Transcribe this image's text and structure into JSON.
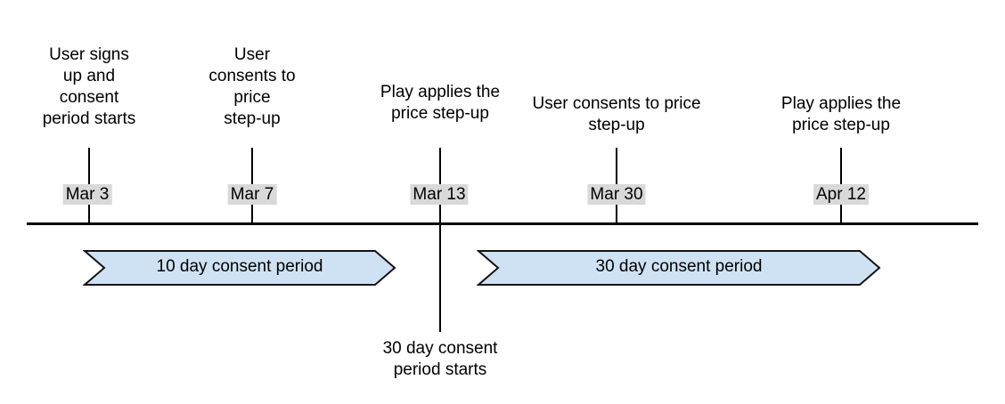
{
  "diagram": {
    "name": "price-step-up-consent-timeline",
    "colors": {
      "band_fill": "#cfe2f3",
      "band_border": "#141414",
      "badge_bg": "#d9d9d9",
      "line_color": "#000000",
      "text_color": "#000000",
      "page_bg": "#ffffff"
    },
    "events": [
      {
        "date": "Mar 3",
        "label": "User signs\nup and\nconsent\nperiod starts"
      },
      {
        "date": "Mar 7",
        "label": "User\nconsents to\nprice\nstep-up"
      },
      {
        "date": "Mar 13",
        "label": "Play applies the\nprice step-up",
        "below_note": "30 day consent\nperiod starts"
      },
      {
        "date": "Mar 30",
        "label": "User consents to price\nstep-up"
      },
      {
        "date": "Apr 12",
        "label": "Play applies the\nprice step-up"
      }
    ],
    "periods": [
      {
        "label": "10 day consent period"
      },
      {
        "label": "30 day consent period"
      }
    ]
  }
}
